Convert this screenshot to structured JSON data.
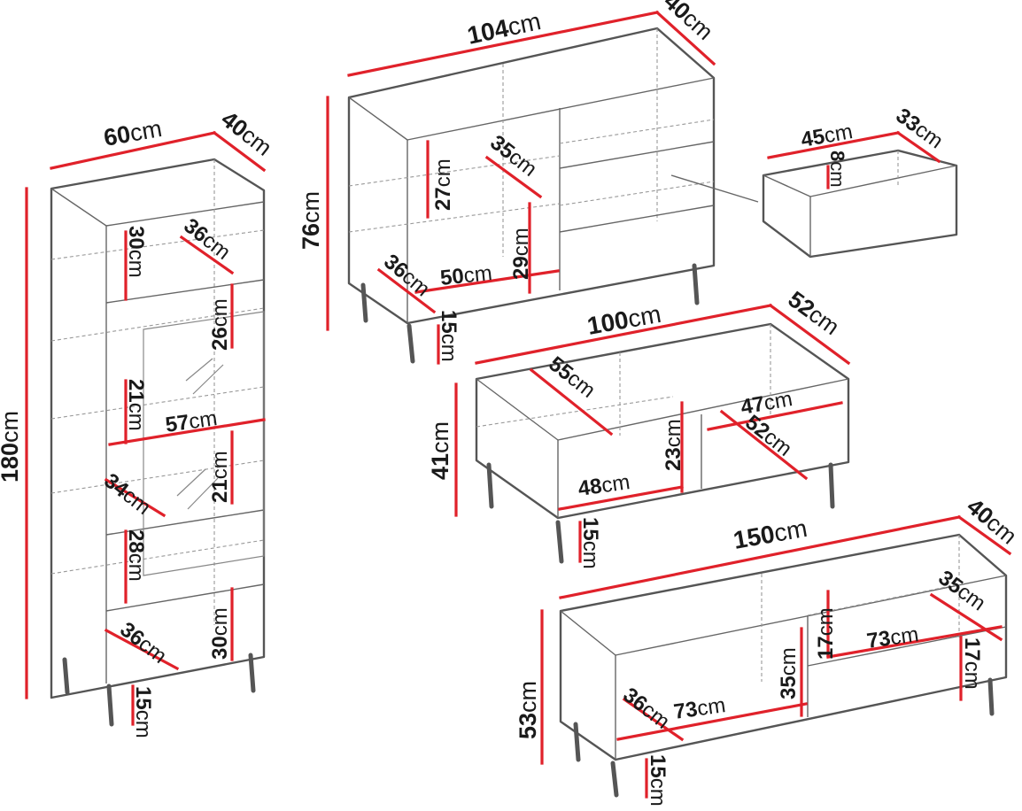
{
  "unit": "cm",
  "items": {
    "tall_cabinet": {
      "width": "60",
      "depth": "40",
      "height": "180",
      "shelf_heights": [
        "30",
        "26",
        "21",
        "21",
        "28",
        "30"
      ],
      "shelf_depths": [
        "36",
        "34",
        "36"
      ],
      "inner_width": "57",
      "leg_height": "15"
    },
    "sideboard": {
      "width": "104",
      "depth": "40",
      "height": "76",
      "inner_height": "27",
      "inner_depth": "35",
      "shelf_depth": "36",
      "inner_width": "50",
      "side_height": "29",
      "leg_height": "15"
    },
    "drawer": {
      "width": "45",
      "depth": "33",
      "height": "8"
    },
    "coffee_table": {
      "width": "100",
      "depth": "52",
      "height": "41",
      "inner_depth_left": "55",
      "inner_width_right": "47",
      "inner_depth_right": "52",
      "inner_height": "23",
      "inner_width_left": "48",
      "leg_height": "15"
    },
    "tv_stand": {
      "width": "150",
      "depth": "40",
      "height": "53",
      "inner_depth_right": "35",
      "upper_height": "17",
      "upper_width": "73",
      "lower_height": "17",
      "inner_height": "35",
      "inner_width": "73",
      "inner_depth_left": "36",
      "leg_height": "15"
    }
  }
}
